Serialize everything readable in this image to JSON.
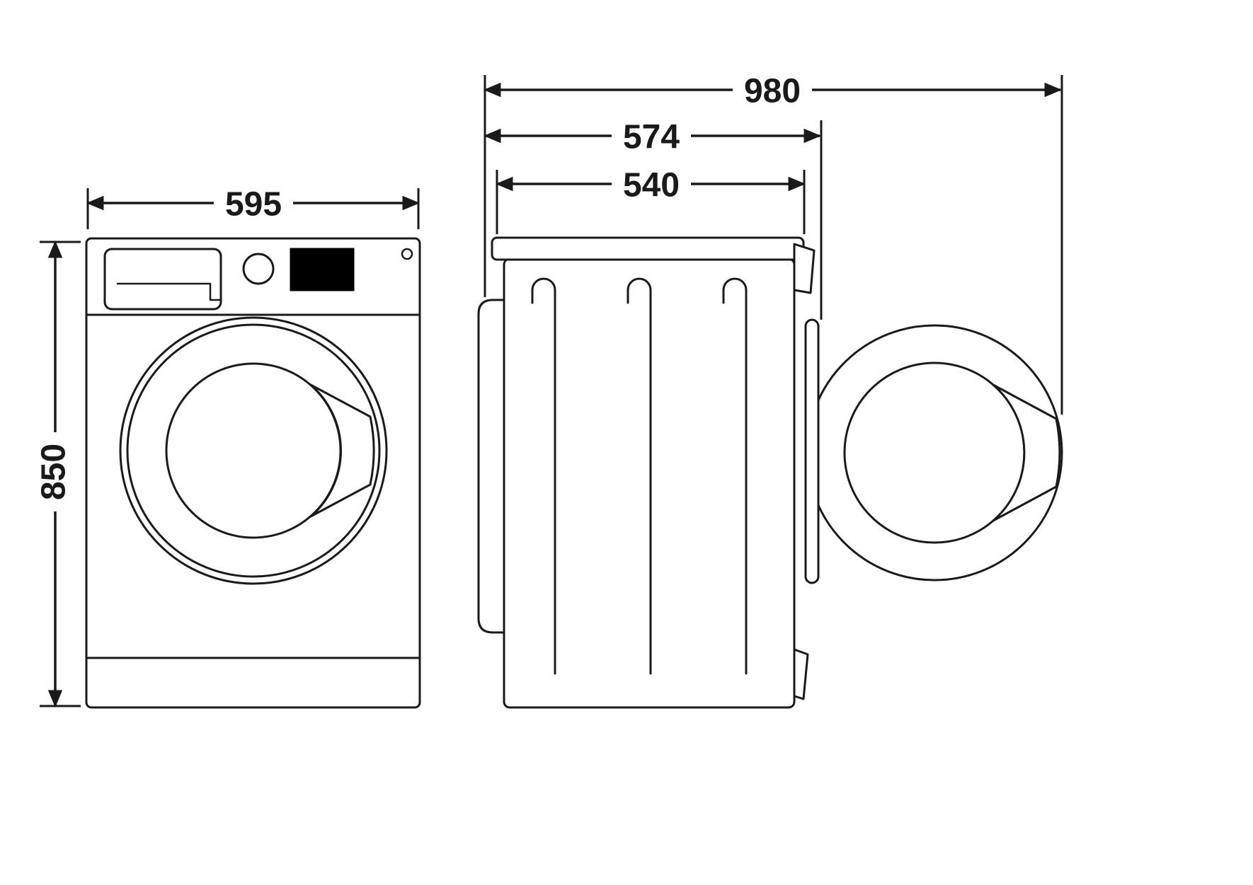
{
  "style": {
    "line_color": "#1a1a1a",
    "background_color": "#ffffff",
    "display_color": "#000000"
  },
  "diagram": {
    "type": "technical-dimension-drawing",
    "subject": "washing-machine",
    "views": {
      "front": {
        "width_label": "595",
        "height_label": "850"
      },
      "side": {
        "total_depth_label": "980",
        "depth_label": "574",
        "body_depth_label": "540"
      }
    }
  }
}
